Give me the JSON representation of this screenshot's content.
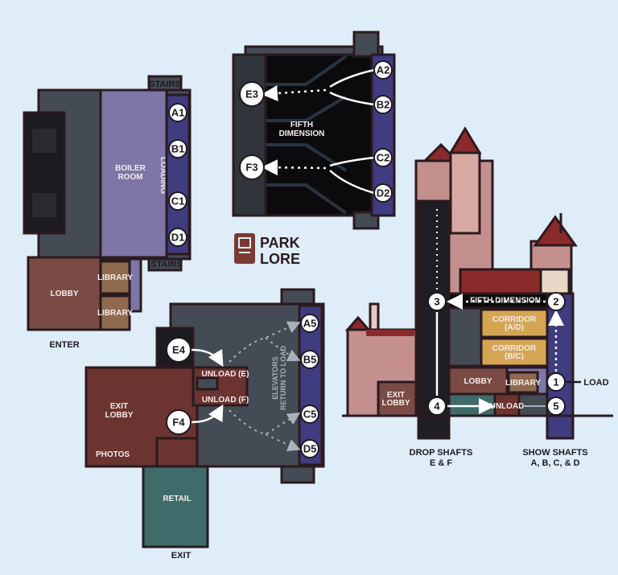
{
  "colors": {
    "background": "#deedf8",
    "outline": "#2b1a1e",
    "boiler": "#7d76a6",
    "dark_gray": "#454b55",
    "black": "#0b0b0e",
    "shaft_purple": "#3f3c80",
    "lobby": "#7a4a45",
    "library": "#8f6a4f",
    "exit_lobby": "#6b3430",
    "retail": "#3f6b6a",
    "corridor": "#d5a553",
    "tower": "#c4908e",
    "roof": "#8b2a2a",
    "logo": "#7a3a32"
  },
  "logo": {
    "line1": "PARK",
    "line2": "LORE",
    "icon": "book-icon"
  },
  "load_building": {
    "stairs_top": "STAIRS",
    "stairs_bottom": "STAIRS",
    "boiler_room": [
      "BOILER",
      "ROOM"
    ],
    "loading": "LOADING",
    "lobby": "LOBBY",
    "library_1": "LIBRARY",
    "library_2": "LIBRARY",
    "enter": "ENTER",
    "elevators": [
      "A1",
      "B1",
      "C1",
      "D1"
    ]
  },
  "fifth_dimension_level": {
    "label": [
      "FIFTH",
      "DIMENSION"
    ],
    "drop_stops": [
      "E3",
      "F3"
    ],
    "elevators": [
      "A2",
      "B2",
      "C2",
      "D2"
    ]
  },
  "unload_level": {
    "drop_stops": [
      "E4",
      "F4"
    ],
    "unload_e": "UNLOAD (E)",
    "unload_f": "UNLOAD (F)",
    "exit_lobby": [
      "EXIT",
      "LOBBY"
    ],
    "photos": "PHOTOS",
    "retail": "RETAIL",
    "exit": "EXIT",
    "elevators_note": [
      "ELEVATORS",
      "RETURN TO LOAD"
    ],
    "elevators": [
      "A5",
      "B5",
      "C5",
      "D5"
    ]
  },
  "cross_section": {
    "fifth_dimension": "FIFTH DIMENSION",
    "corridor_ad": [
      "CORRIDOR",
      "(A/D)"
    ],
    "corridor_bc": [
      "CORRIDOR",
      "(B/C)"
    ],
    "lobby": "LOBBY",
    "library": "LIBRARY",
    "unload": "UNLOAD",
    "exit_lobby": [
      "EXIT",
      "LOBBY"
    ],
    "load": "LOAD",
    "steps": [
      "1",
      "2",
      "3",
      "4",
      "5"
    ],
    "drop_shafts": [
      "DROP SHAFTS",
      "E & F"
    ],
    "show_shafts": [
      "SHOW SHAFTS",
      "A, B, C, & D"
    ]
  }
}
